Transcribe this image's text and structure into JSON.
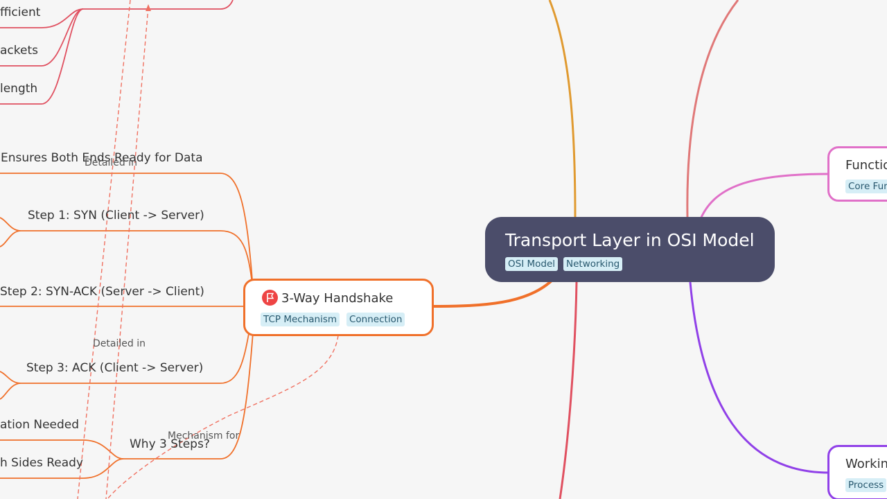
{
  "central": {
    "title": "Transport Layer in OSI Model",
    "tags": [
      "OSI Model",
      "Networking"
    ]
  },
  "handshake": {
    "title": "3-Way Handshake",
    "tags": [
      "TCP Mechanism",
      "Connection"
    ],
    "icon": "flag-icon",
    "children": {
      "purpose": "Ensures Both Ends Ready for Data",
      "step1": "Step 1: SYN (Client -> Server)",
      "step2": "Step 2: SYN-ACK (Server -> Client)",
      "step3": "Step 3: ACK (Client -> Server)",
      "why": "Why 3 Steps?",
      "why_a": "ation Needed",
      "why_b": "h Sides Ready"
    }
  },
  "top_left": {
    "item1": "fficient",
    "item2": "ackets",
    "item3": "length"
  },
  "relations": {
    "detailed_in_1": "Detailed in",
    "detailed_in_2": "Detailed in",
    "mechanism_for": "Mechanism for"
  },
  "right_nodes": {
    "functions": {
      "title": "Functio",
      "tag": "Core Fur"
    },
    "working": {
      "title": "Workin",
      "tag": "Process"
    }
  },
  "colors": {
    "background": "#f6f6f6",
    "central_fill": "#4b4d6a",
    "handshake_branch": "#f0702a",
    "red_branch": "#e05060",
    "gold_branch": "#e09a30",
    "pink_branch": "#e070c8",
    "purple_branch": "#9040e8",
    "tag_bg": "#d6eef6"
  }
}
